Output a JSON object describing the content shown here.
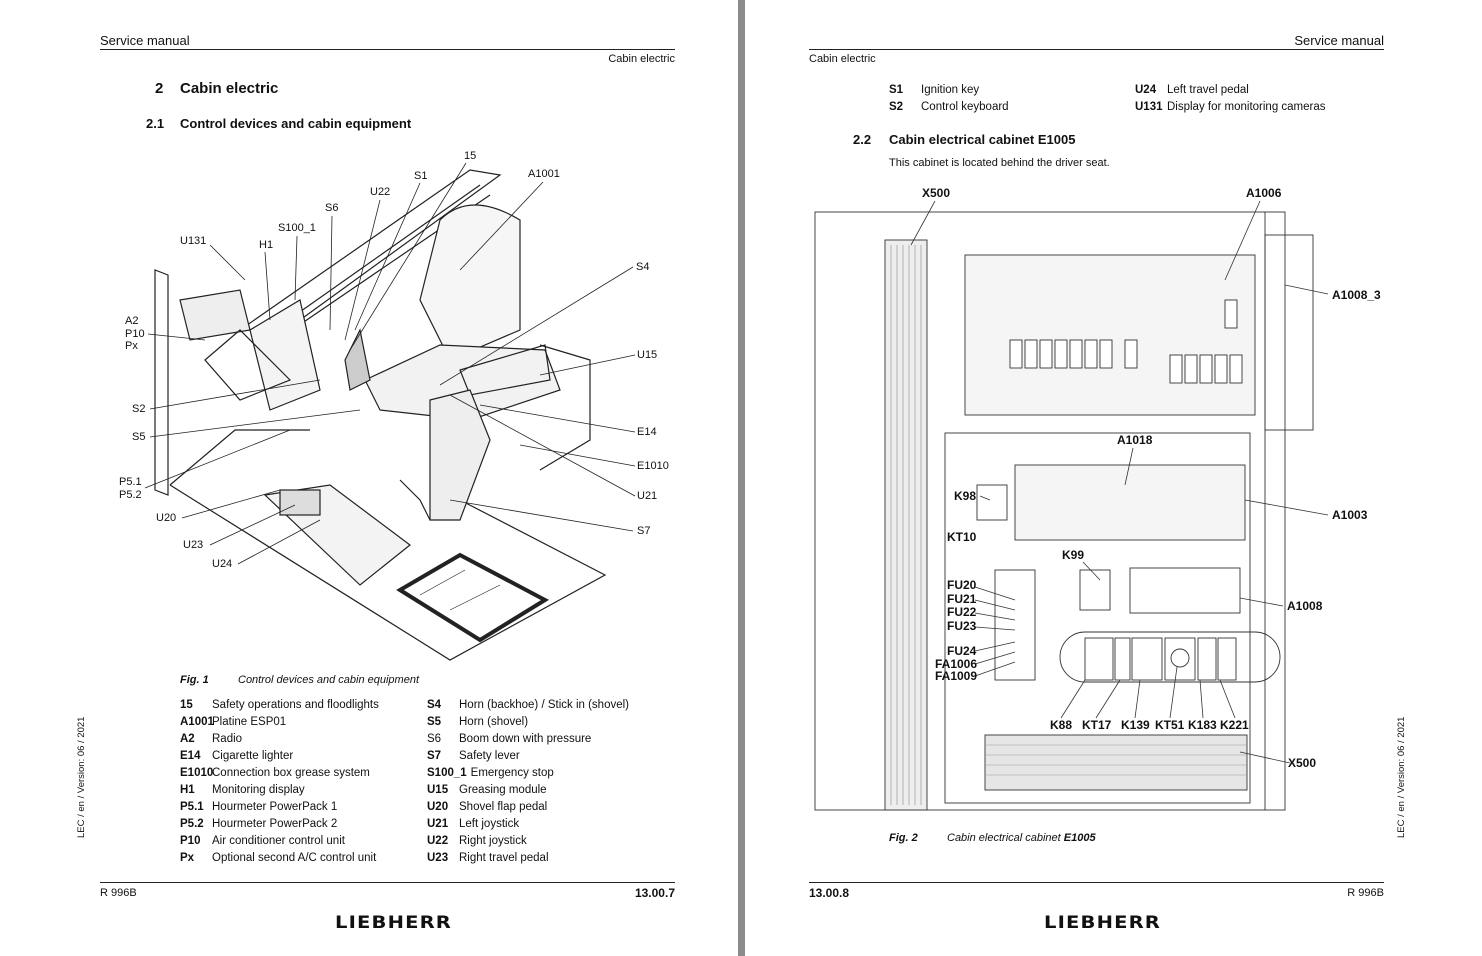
{
  "left_page": {
    "header_title": "Service manual",
    "header_section": "Cabin electric",
    "chapter_number": "2",
    "chapter_title": "Cabin electric",
    "section_number": "2.1",
    "section_title": "Control devices and cabin equipment",
    "figure_labels": [
      "15",
      "S1",
      "A1001",
      "U22",
      "S6",
      "S100_1",
      "H1",
      "U131",
      "A2",
      "P10",
      "Px",
      "S4",
      "U15",
      "S2",
      "S5",
      "E14",
      "E1010",
      "P5.1",
      "P5.2",
      "U21",
      "U20",
      "S7",
      "U23",
      "U24"
    ],
    "figure_caption": {
      "number": "Fig. 1",
      "text": "Control devices and cabin equipment"
    },
    "legend_left": [
      {
        "code": "15",
        "text": "Safety operations and floodlights"
      },
      {
        "code": "A1001",
        "text": "Platine ESP01"
      },
      {
        "code": "A2",
        "text": "Radio"
      },
      {
        "code": "E14",
        "text": "Cigarette lighter"
      },
      {
        "code": "E1010",
        "text": "Connection box grease system"
      },
      {
        "code": "H1",
        "text": "Monitoring display"
      },
      {
        "code": "P5.1",
        "text": "Hourmeter PowerPack 1"
      },
      {
        "code": "P5.2",
        "text": "Hourmeter PowerPack 2"
      },
      {
        "code": "P10",
        "text": "Air conditioner control unit"
      },
      {
        "code": "Px",
        "text": "Optional second A/C control unit"
      }
    ],
    "legend_right": [
      {
        "code": "S4",
        "text": "Horn (backhoe) / Stick in (shovel)"
      },
      {
        "code": "S5",
        "text": "Horn (shovel)"
      },
      {
        "code": "S6",
        "text": "Boom down with pressure"
      },
      {
        "code": "S7",
        "text": "Safety lever"
      },
      {
        "code": "S100_1",
        "text": "Emergency stop"
      },
      {
        "code": "U15",
        "text": "Greasing module"
      },
      {
        "code": "U20",
        "text": "Shovel flap pedal"
      },
      {
        "code": "U21",
        "text": "Left joystick"
      },
      {
        "code": "U22",
        "text": "Right joystick"
      },
      {
        "code": "U23",
        "text": "Right travel pedal"
      }
    ],
    "side_note": "LEC / en / Version: 06 / 2021",
    "footer_model": "R 996B",
    "footer_page": "13.00.7",
    "logo": "LIEBHERR"
  },
  "right_page": {
    "header_title": "Service manual",
    "header_section": "Cabin electric",
    "legend_left": [
      {
        "code": "S1",
        "text": "Ignition key"
      },
      {
        "code": "S2",
        "text": "Control keyboard"
      }
    ],
    "legend_right": [
      {
        "code": "U24",
        "text": "Left travel pedal"
      },
      {
        "code": "U131",
        "text": "Display for monitoring cameras"
      }
    ],
    "section_number": "2.2",
    "section_title": "Cabin electrical cabinet E1005",
    "intro": "This cabinet is located behind the driver seat.",
    "figure_labels": [
      "X500",
      "A1006",
      "A1008_3",
      "A1018",
      "K98",
      "A1003",
      "KT10",
      "K99",
      "A1008",
      "FU20",
      "FU21",
      "FU22",
      "FU23",
      "FU24",
      "FA1006",
      "FA1009",
      "K88",
      "KT17",
      "K139",
      "KT51",
      "K183",
      "K221",
      "X500"
    ],
    "figure_caption": {
      "number": "Fig. 2",
      "text": "Cabin electrical cabinet ",
      "bold_part": "E1005"
    },
    "side_note": "LEC / en / Version: 06 / 2021",
    "footer_page": "13.00.8",
    "footer_model": "R 996B",
    "logo": "LIEBHERR"
  }
}
